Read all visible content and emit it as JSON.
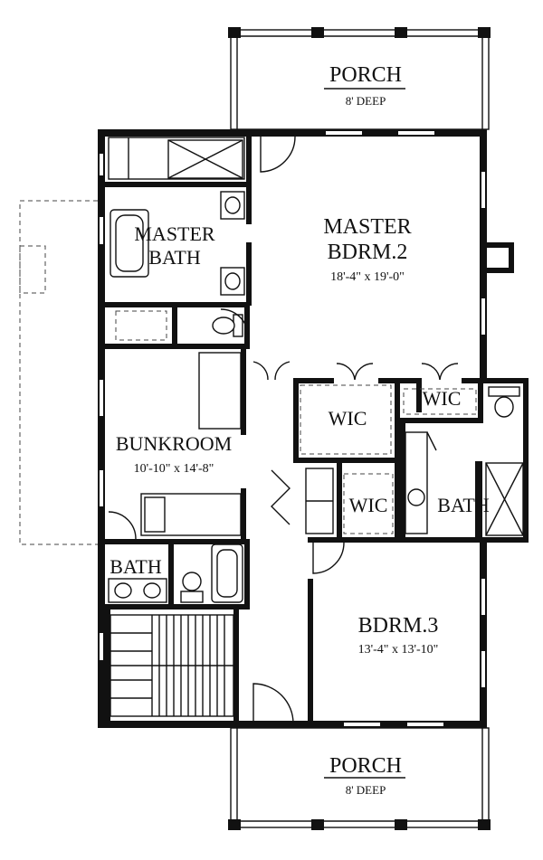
{
  "rooms": {
    "porch_top": {
      "name": "PORCH",
      "depth": "8' DEEP"
    },
    "master_bath": {
      "line1": "MASTER",
      "line2": "BATH"
    },
    "master_bedroom": {
      "line1": "MASTER",
      "line2": "BDRM.2",
      "dims": "18'-4\" x 19'-0\""
    },
    "wic_left": {
      "name": "WIC"
    },
    "wic_right": {
      "name": "WIC"
    },
    "wic_small": {
      "name": "WIC"
    },
    "bunkroom": {
      "name": "BUNKROOM",
      "dims": "10'-10\" x 14'-8\""
    },
    "bath_right": {
      "name": "BATH"
    },
    "bath_left": {
      "name": "BATH"
    },
    "bedroom_3": {
      "name": "BDRM.3",
      "dims": "13'-4\" x 13'-10\""
    },
    "porch_bottom": {
      "name": "PORCH",
      "depth": "8' DEEP"
    }
  }
}
